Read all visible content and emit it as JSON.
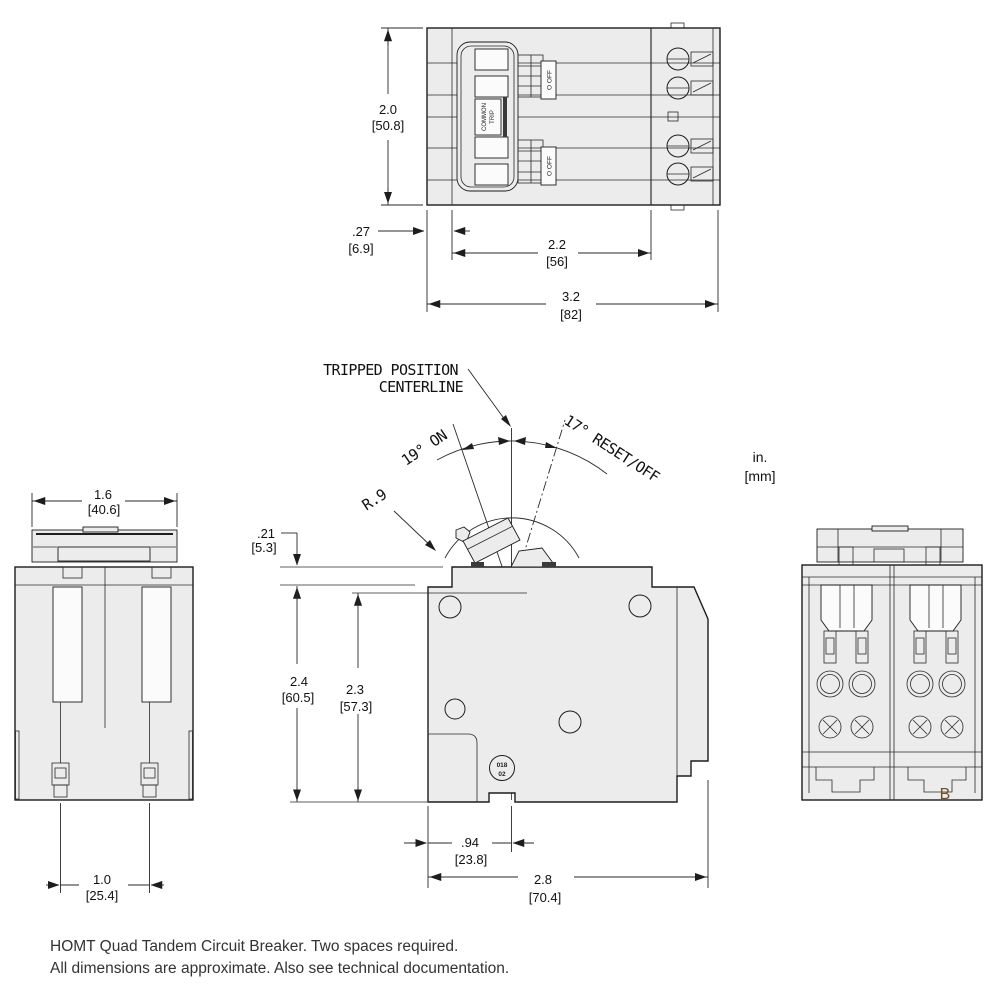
{
  "colors": {
    "line": "#1d1d1d",
    "body_fill": "#ececec",
    "dimension_text": "#111111",
    "note_text": "#333333",
    "view_letter_color": "#6b5226"
  },
  "units_note": {
    "line1": "in.",
    "line2": "[mm]"
  },
  "callouts": {
    "tripped_position": {
      "line1": "TRIPPED POSITION",
      "line2": "CENTERLINE"
    },
    "on_angle": "19° ON",
    "reset_off_angle": "17° RESET/OFF",
    "handle_arc_radius": "R.9"
  },
  "markings": {
    "common_trip": {
      "line1": "COMMON",
      "line2": "TRIP"
    },
    "off_upper": "O OFF",
    "off_lower": "O OFF",
    "date_stamp": {
      "line1": "018",
      "line2": "02"
    },
    "view_letter": "B"
  },
  "dims": {
    "top_height": {
      "in": "2.0",
      "mm": "[50.8]"
    },
    "top_handle_offset": {
      "in": ".27",
      "mm": "[6.9]"
    },
    "top_width_inner": {
      "in": "2.2",
      "mm": "[56]"
    },
    "top_width_overall": {
      "in": "3.2",
      "mm": "[82]"
    },
    "front_width": {
      "in": "1.6",
      "mm": "[40.6]"
    },
    "front_terminal_pitch": {
      "in": "1.0",
      "mm": "[25.4]"
    },
    "side_handle_height": {
      "in": ".21",
      "mm": "[5.3]"
    },
    "side_height_overall": {
      "in": "2.4",
      "mm": "[60.5]"
    },
    "side_height_body": {
      "in": "2.3",
      "mm": "[57.3]"
    },
    "side_center_offset": {
      "in": ".94",
      "mm": "[23.8]"
    },
    "side_depth_overall": {
      "in": "2.8",
      "mm": "[70.4]"
    }
  },
  "notes": {
    "line1": "HOMT Quad Tandem Circuit Breaker. Two spaces required.",
    "line2": "All dimensions are approximate. Also see technical documentation."
  }
}
